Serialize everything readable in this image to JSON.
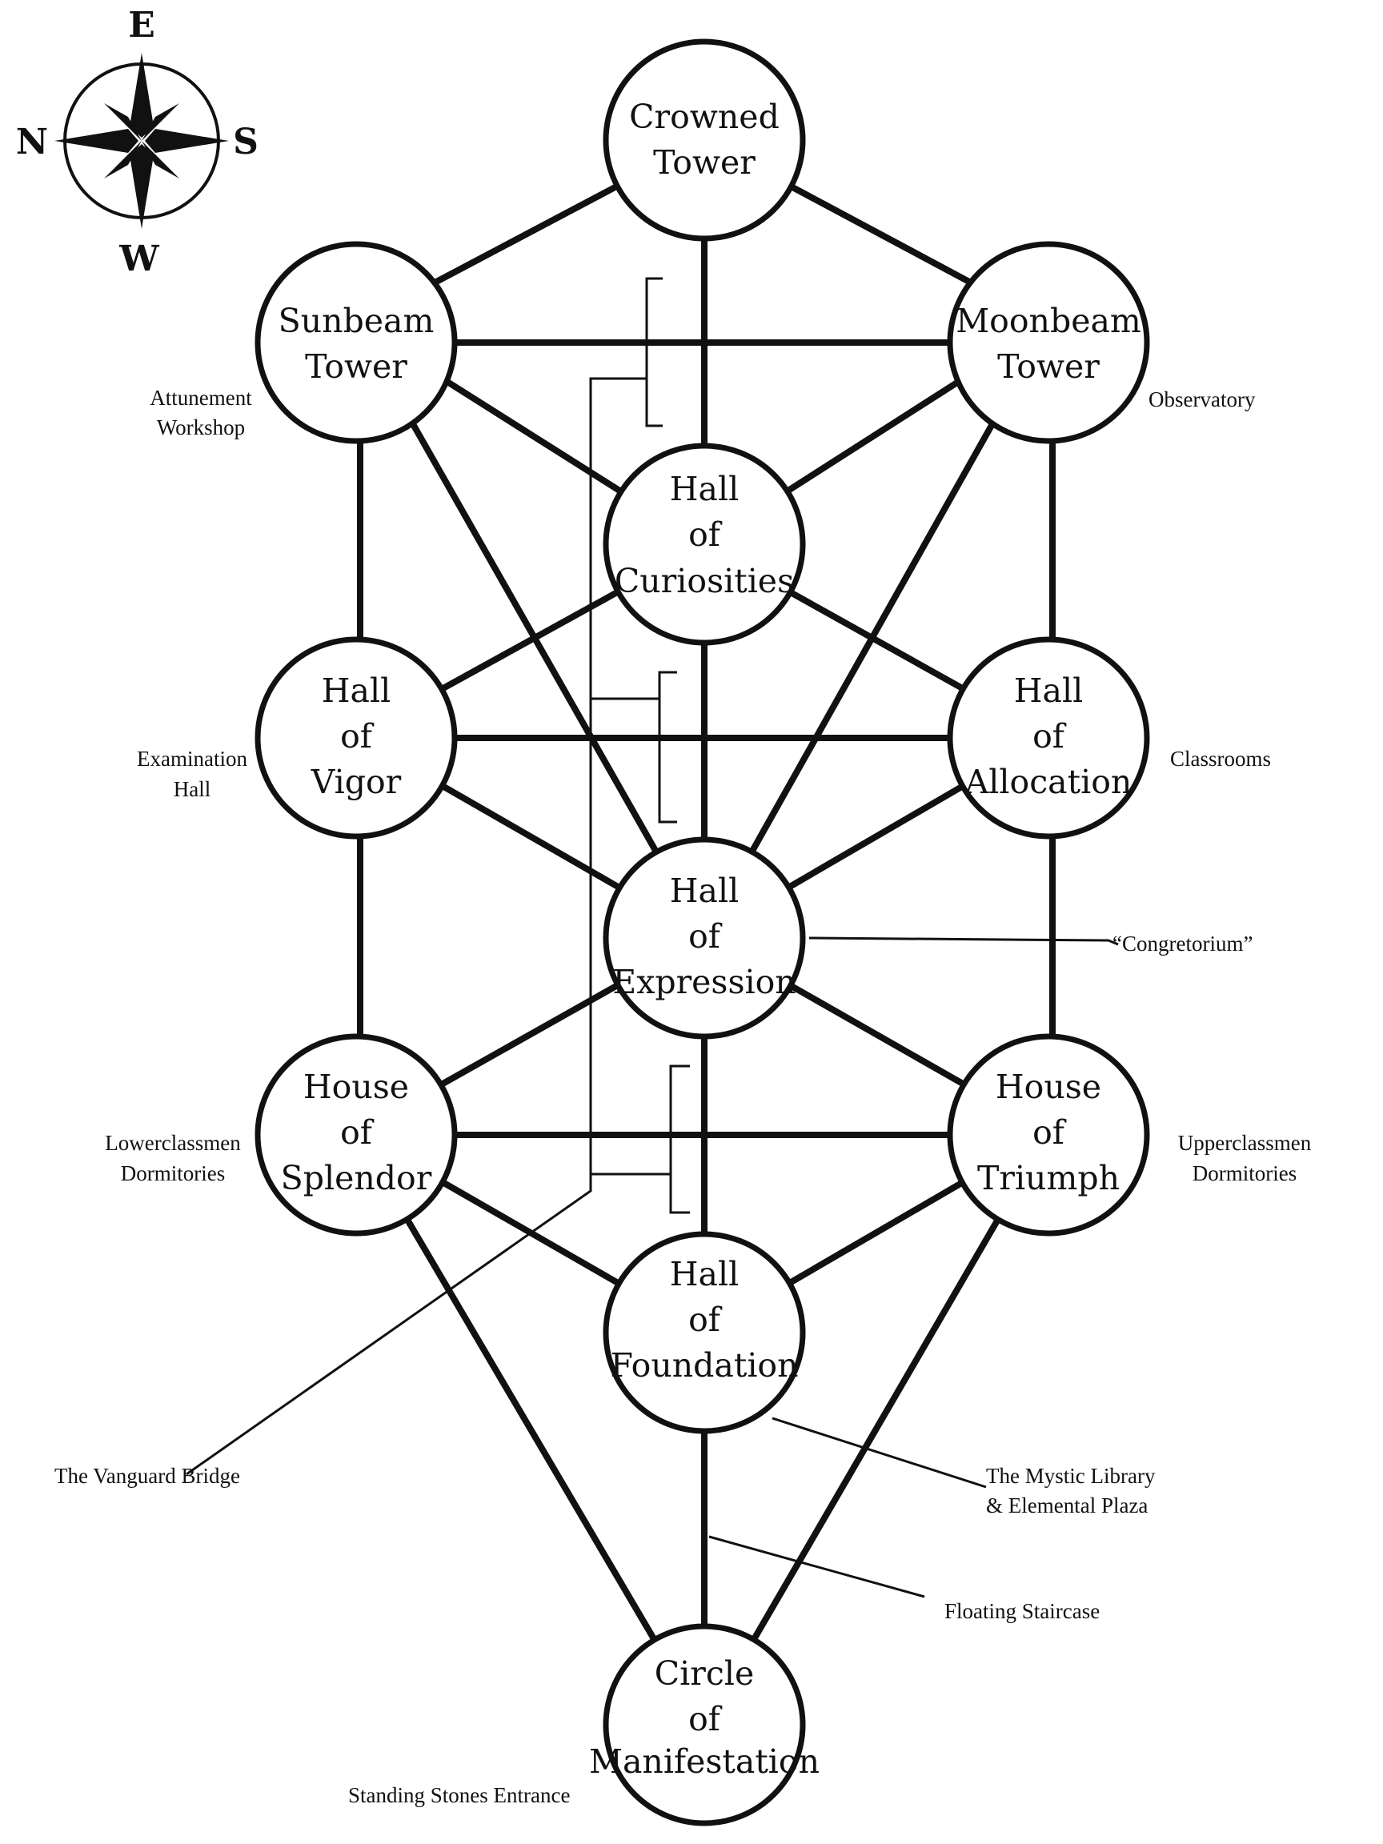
{
  "compass": {
    "top": "E",
    "left": "N",
    "right": "S",
    "bottom": "W"
  },
  "nodes": {
    "crowned_tower": [
      "Crowned",
      "Tower"
    ],
    "sunbeam_tower": [
      "Sunbeam",
      "Tower"
    ],
    "moonbeam_tower": [
      "Moonbeam",
      "Tower"
    ],
    "hall_curiosities": [
      "Hall",
      "of",
      "Curiosities"
    ],
    "hall_vigor": [
      "Hall",
      "of",
      "Vigor"
    ],
    "hall_allocation": [
      "Hall",
      "of",
      "Allocation"
    ],
    "hall_expression": [
      "Hall",
      "of",
      "Expression"
    ],
    "house_splendor": [
      "House",
      "of",
      "Splendor"
    ],
    "house_triumph": [
      "House",
      "of",
      "Triumph"
    ],
    "hall_foundation": [
      "Hall",
      "of",
      "Foundation"
    ],
    "circle_manifestation": [
      "Circle",
      "of",
      "Manifestation"
    ]
  },
  "annotations": {
    "attunement_workshop": [
      "Attunement",
      "Workshop"
    ],
    "observatory": [
      "Observatory"
    ],
    "examination_hall": [
      "Examination",
      "Hall"
    ],
    "classrooms": [
      "Classrooms"
    ],
    "congretorium": [
      "“Congretorium”"
    ],
    "lowerclassmen_dormitories": [
      "Lowerclassmen",
      "Dormitories"
    ],
    "upperclassmen_dormitories": [
      "Upperclassmen",
      "Dormitories"
    ],
    "vanguard_bridge": [
      "The Vanguard Bridge"
    ],
    "mystic_library": [
      "The Mystic Library",
      "& Elemental Plaza"
    ],
    "floating_staircase": [
      "Floating Staircase"
    ],
    "standing_stones": [
      "Standing Stones Entrance"
    ]
  }
}
